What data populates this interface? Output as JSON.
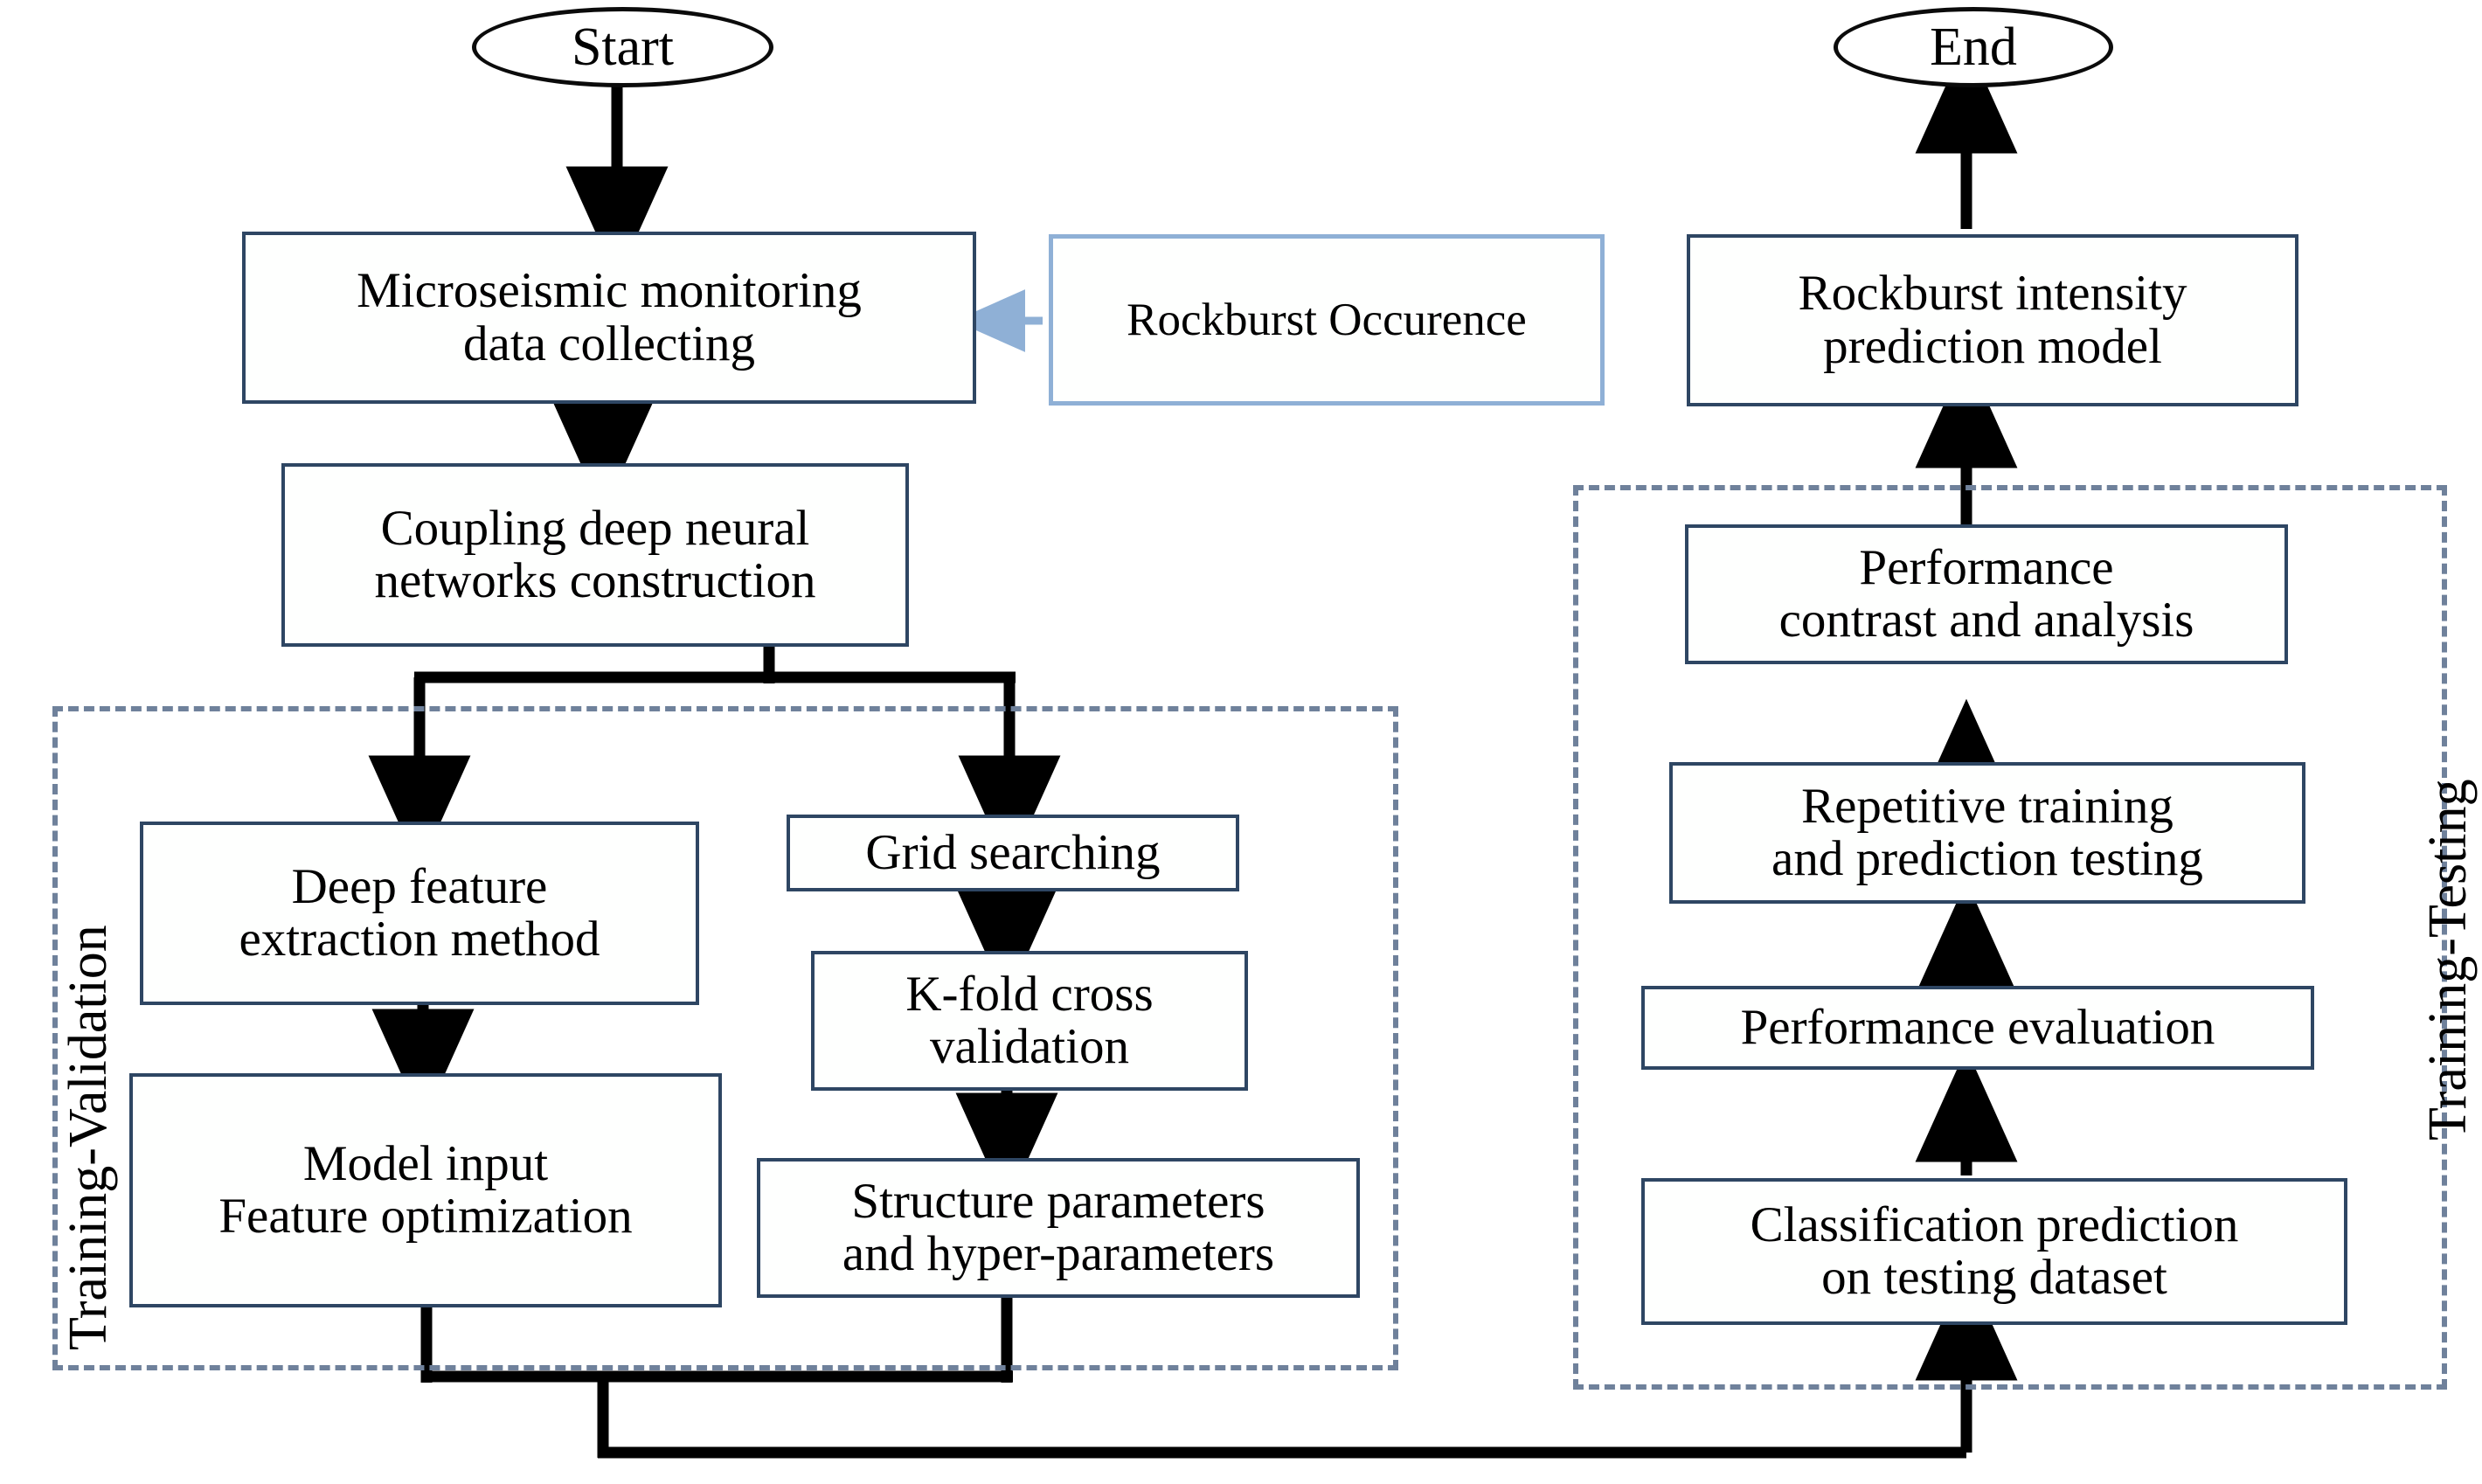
{
  "diagram": {
    "title": "Rockburst intensity prediction workflow",
    "type": "flowchart",
    "colors": {
      "box_border": "#2e4663",
      "light_box_border": "#8fb0d6",
      "dashed_group_border": "#6f819b",
      "arrow": "#000000",
      "light_arrow": "#8fb0d6",
      "background": "#ffffff"
    }
  },
  "terminators": {
    "start": "Start",
    "end": "End"
  },
  "nodes": {
    "microseismic": "Microseismic monitoring\ndata collecting",
    "rockburst_occurence": "Rockburst Occurence",
    "coupling": "Coupling deep neural\nnetworks construction",
    "deep_feature": "Deep feature\nextraction method",
    "model_input": "Model input\nFeature optimization",
    "grid_searching": "Grid searching",
    "kfold": "K-fold cross\nvalidation",
    "structure_params": "Structure parameters\nand hyper-parameters",
    "rockburst_model": "Rockburst intensity\nprediction model",
    "performance_contrast": "Performance\ncontrast and analysis",
    "repetitive_training": "Repetitive training\nand prediction testing",
    "performance_evaluation": "Performance evaluation",
    "classification_prediction": "Classification prediction\non testing dataset"
  },
  "groups": {
    "training_validation": "Training-Validation",
    "training_testing": "Training-Testing"
  },
  "edges": [
    {
      "from": "start",
      "to": "microseismic",
      "style": "solid-black"
    },
    {
      "from": "rockburst_occurence",
      "to": "microseismic",
      "style": "solid-light-blue"
    },
    {
      "from": "microseismic",
      "to": "coupling",
      "style": "solid-black"
    },
    {
      "from": "coupling",
      "to": "deep_feature",
      "style": "split-black"
    },
    {
      "from": "coupling",
      "to": "grid_searching",
      "style": "split-black"
    },
    {
      "from": "deep_feature",
      "to": "model_input",
      "style": "solid-black"
    },
    {
      "from": "grid_searching",
      "to": "kfold",
      "style": "solid-black"
    },
    {
      "from": "kfold",
      "to": "structure_params",
      "style": "solid-black"
    },
    {
      "from": "model_input",
      "to": "classification_prediction",
      "style": "merge-bus-black"
    },
    {
      "from": "structure_params",
      "to": "classification_prediction",
      "style": "merge-bus-black"
    },
    {
      "from": "classification_prediction",
      "to": "performance_evaluation",
      "style": "solid-black"
    },
    {
      "from": "performance_evaluation",
      "to": "repetitive_training",
      "style": "solid-black"
    },
    {
      "from": "repetitive_training",
      "to": "performance_contrast",
      "style": "solid-black"
    },
    {
      "from": "performance_contrast",
      "to": "rockburst_model",
      "style": "solid-black"
    },
    {
      "from": "rockburst_model",
      "to": "end",
      "style": "solid-black"
    }
  ]
}
